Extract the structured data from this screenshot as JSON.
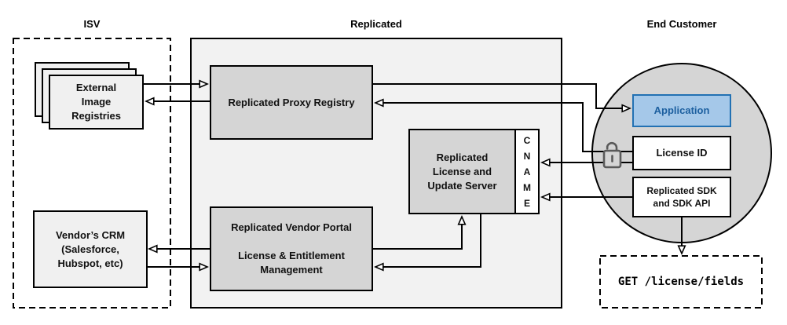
{
  "diagram": {
    "sections": {
      "isv": {
        "label": "ISV"
      },
      "replicated": {
        "label": "Replicated"
      },
      "end_customer": {
        "label": "End Customer"
      }
    },
    "nodes": {
      "registries": {
        "lines": [
          "External",
          "Image",
          "Registries"
        ]
      },
      "crm": {
        "lines": [
          "Vendor’s CRM",
          "(Salesforce,",
          "Hubspot, etc)"
        ]
      },
      "proxy": {
        "label": "Replicated Proxy Registry"
      },
      "server": {
        "lines": [
          "Replicated",
          "License and",
          "Update Server"
        ]
      },
      "cname": {
        "letters": [
          "C",
          "N",
          "A",
          "M",
          "E"
        ]
      },
      "portal": {
        "title": "Replicated Vendor Portal",
        "lines": [
          "License & Entitlement",
          "Management"
        ]
      },
      "application": {
        "label": "Application"
      },
      "license_id": {
        "label": "License ID"
      },
      "sdk": {
        "lines": [
          "Replicated SDK",
          "and SDK API"
        ]
      },
      "get_request": {
        "label": "GET /license/fields"
      }
    },
    "icons": {
      "lock": "unlock-icon"
    },
    "colors": {
      "accent_fill": "#a5c8e9",
      "accent_border": "#2271b3",
      "accent_text": "#1c5f9f",
      "node_gray": "#d5d5d5",
      "container_gray": "#f2f2f2",
      "light_gray": "#f0f0f0",
      "line_black": "#000000"
    }
  }
}
